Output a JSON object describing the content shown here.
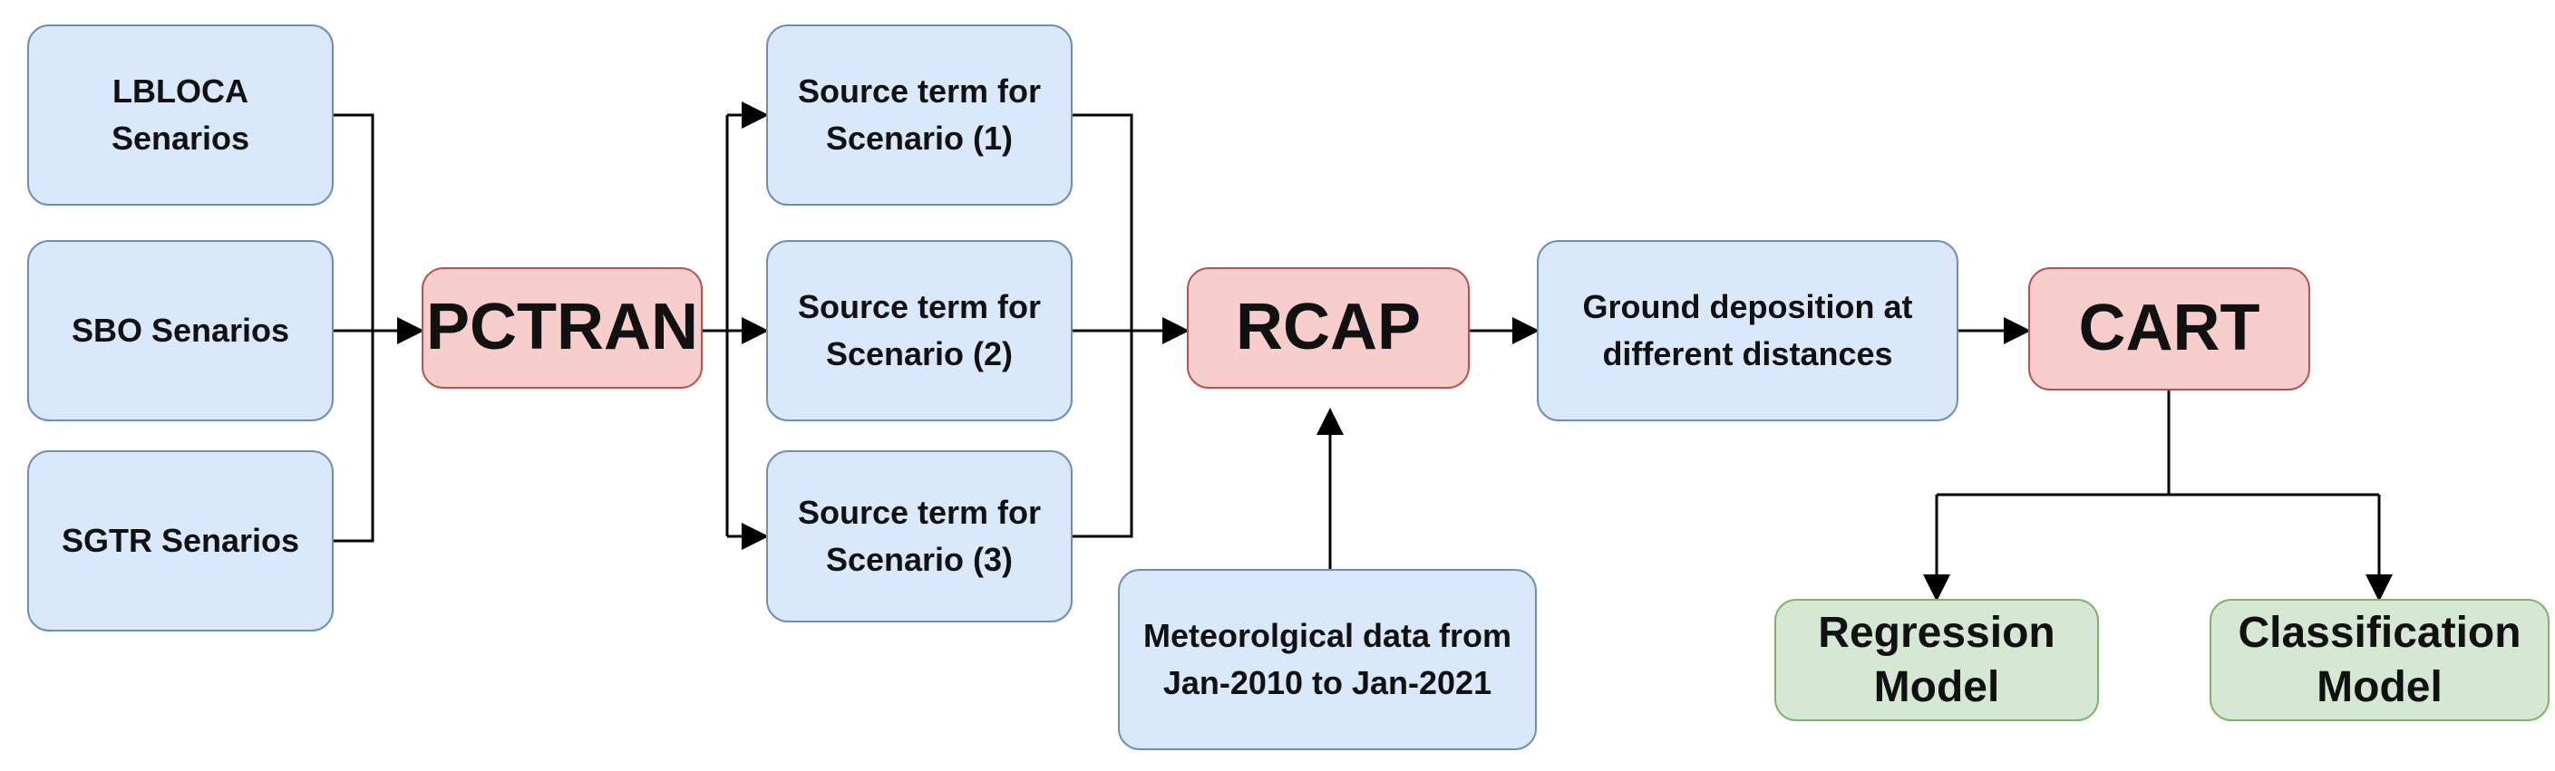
{
  "nodes": {
    "lbloca": "LBLOCA\nSenarios",
    "sbo": "SBO Senarios",
    "sgtr": "SGTR Senarios",
    "pctran": "PCTRAN",
    "source1": "Source term for\nScenario (1)",
    "source2": "Source term for\nScenario (2)",
    "source3": "Source term for\nScenario (3)",
    "rcap": "RCAP",
    "meteo": "Meteorolgical data from\nJan-2010 to Jan-2021",
    "ground": "Ground deposition at\ndifferent distances",
    "cart": "CART",
    "regression": "Regression\nModel",
    "classification": "Classification\nModel"
  },
  "colors": {
    "process_fill": "#dae8fc",
    "process_border": "#6c8ebf",
    "tool_fill": "#f8cecc",
    "tool_border": "#b85450",
    "model_fill": "#d5e8d4",
    "model_border": "#82b366",
    "connector": "#000000"
  }
}
